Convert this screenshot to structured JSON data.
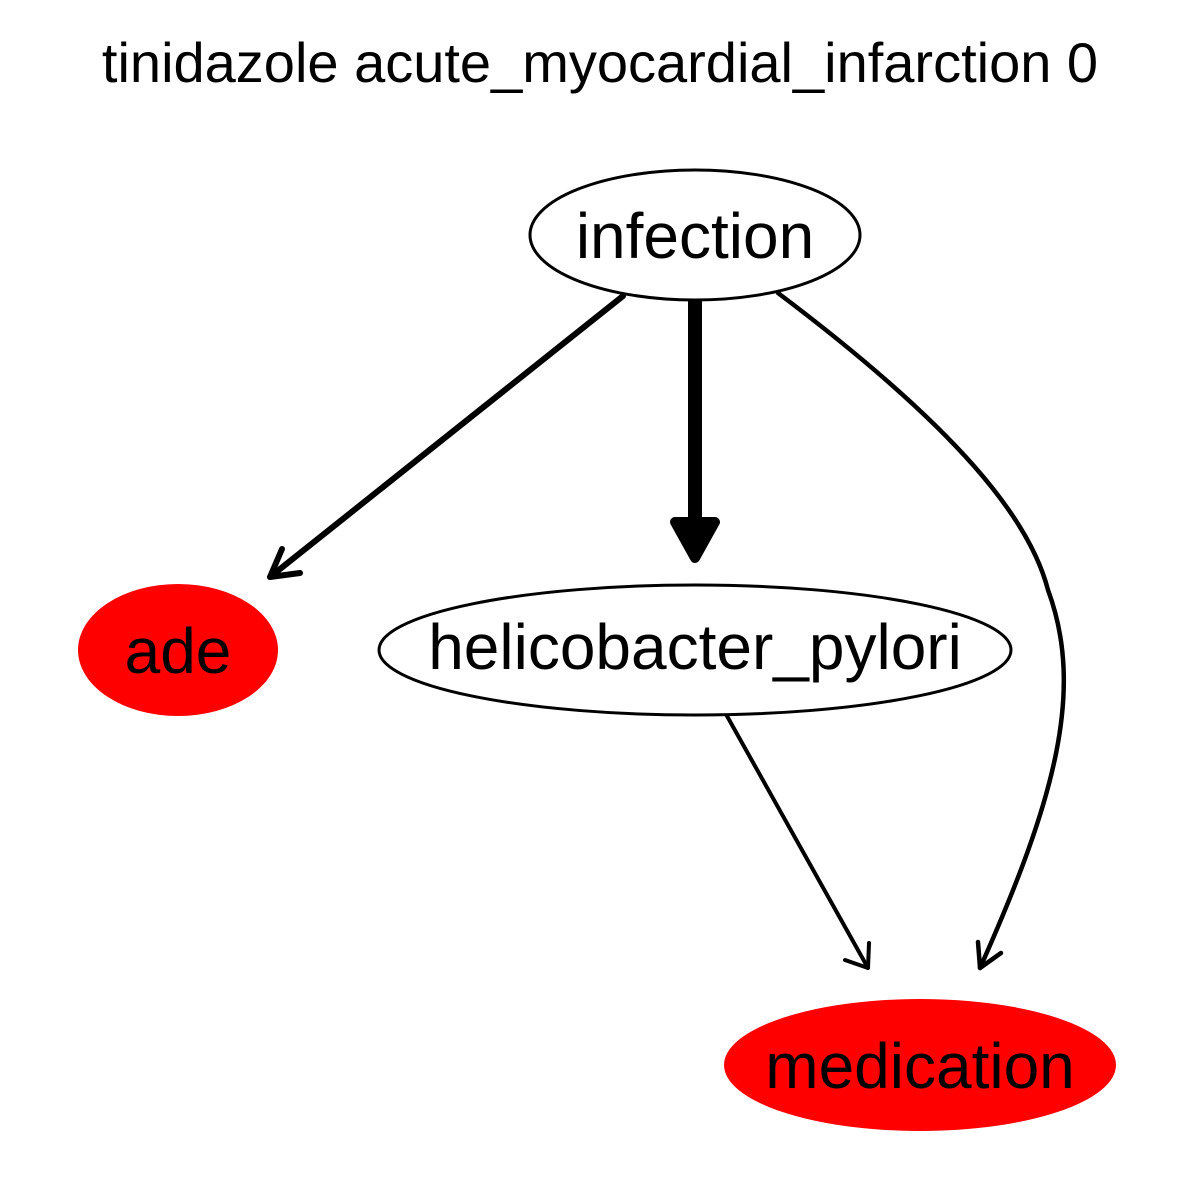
{
  "title": "tinidazole acute_myocardial_infarction 0",
  "colors": {
    "highlight_fill": "#ff0000",
    "default_fill": "#ffffff",
    "stroke": "#000000"
  },
  "nodes": {
    "infection": {
      "label": "infection",
      "highlighted": false
    },
    "ade": {
      "label": "ade",
      "highlighted": true
    },
    "helicobacter_pylori": {
      "label": "helicobacter_pylori",
      "highlighted": false
    },
    "medication": {
      "label": "medication",
      "highlighted": true
    }
  },
  "edges": [
    {
      "from": "infection",
      "to": "ade",
      "weight": "medium"
    },
    {
      "from": "infection",
      "to": "helicobacter_pylori",
      "weight": "heavy"
    },
    {
      "from": "infection",
      "to": "medication",
      "weight": "medium"
    },
    {
      "from": "helicobacter_pylori",
      "to": "medication",
      "weight": "light"
    }
  ]
}
